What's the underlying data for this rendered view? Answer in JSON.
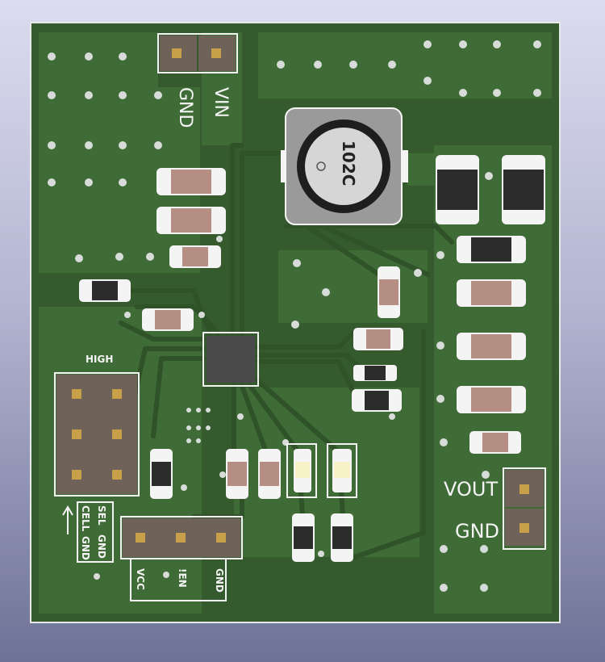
{
  "colors": {
    "background_top": "#dcdcf0",
    "background_bottom": "#6e7296",
    "board": "#355a2e",
    "copper_pour": "#3f6b36",
    "trace": "#2f5228",
    "via": "#d8dcd8",
    "silkscreen": "#f4f4f4",
    "pad": "#c8a04a",
    "resistor_body": "#b58f83",
    "cap_body": "#2c2c2c",
    "ic_body": "#4a4a4a",
    "inductor_body": "#9a9a9a"
  },
  "icons": {
    "inductor": "power-inductor-icon",
    "ic": "qfn-ic-icon",
    "connector": "pin-header-icon",
    "arrow": "arrow-up-icon"
  },
  "silkscreen": {
    "vin": "VIN",
    "gnd_top": "GND",
    "inductor_marking": "102C",
    "high": "HIGH",
    "sel": "SEL",
    "gnd_sel": "GND",
    "cell": "CELL",
    "gnd_cell": "GND",
    "vcc": "VCC",
    "ien": "!EN",
    "gnd_bottom": "GND",
    "vout": "VOUT",
    "gnd_out": "GND"
  }
}
